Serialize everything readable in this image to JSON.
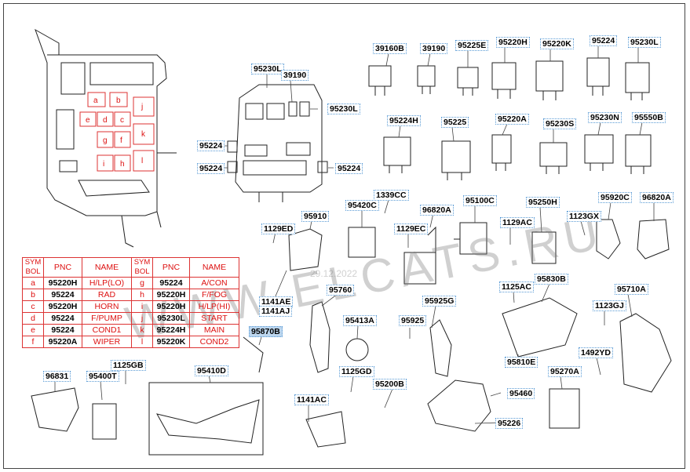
{
  "diagram": {
    "watermark": "WWW.ELCATS.RU",
    "watermark_date": "29.12.2022",
    "fuse_box_letters": [
      "a",
      "b",
      "j",
      "e",
      "d",
      "c",
      "g",
      "f",
      "k",
      "i",
      "h",
      "l"
    ],
    "part_labels": [
      "39160B",
      "39190",
      "95225E",
      "95220H",
      "95220K",
      "95224",
      "95230L",
      "95230L",
      "39190",
      "95230L",
      "95224",
      "95224",
      "95224",
      "95224H",
      "95225",
      "95220A",
      "95230S",
      "95230N",
      "95550B",
      "1339CC",
      "95420C",
      "96820A",
      "95100C",
      "95250H",
      "95920C",
      "96820A",
      "95910",
      "1129ED",
      "1129EC",
      "1129AC",
      "1123GX",
      "1141AE",
      "1141AJ",
      "95760",
      "95925G",
      "95413A",
      "95925",
      "1125AC",
      "95830B",
      "95710A",
      "1123GJ",
      "95810E",
      "1492YD",
      "95270A",
      "95870B",
      "95410D",
      "96831",
      "95400T",
      "1125GB",
      "1125GD",
      "95200B",
      "1141AC",
      "95460",
      "95226"
    ],
    "highlighted": "95870B"
  },
  "legend": {
    "headers": [
      "SYM BOL",
      "PNC",
      "NAME",
      "SYM BOL",
      "PNC",
      "NAME"
    ],
    "rows": [
      [
        "a",
        "95220H",
        "H/LP(LO)",
        "g",
        "95224",
        "A/CON"
      ],
      [
        "b",
        "95224",
        "RAD",
        "h",
        "95220H",
        "F/FOG"
      ],
      [
        "c",
        "95220H",
        "HORN",
        "i",
        "95220H",
        "H/LP(HI)"
      ],
      [
        "d",
        "95224",
        "F/PUMP",
        "j",
        "95230L",
        "START"
      ],
      [
        "e",
        "95224",
        "COND1",
        "k",
        "95224H",
        "MAIN"
      ],
      [
        "f",
        "95220A",
        "WIPER",
        "l",
        "95220K",
        "COND2"
      ]
    ]
  }
}
